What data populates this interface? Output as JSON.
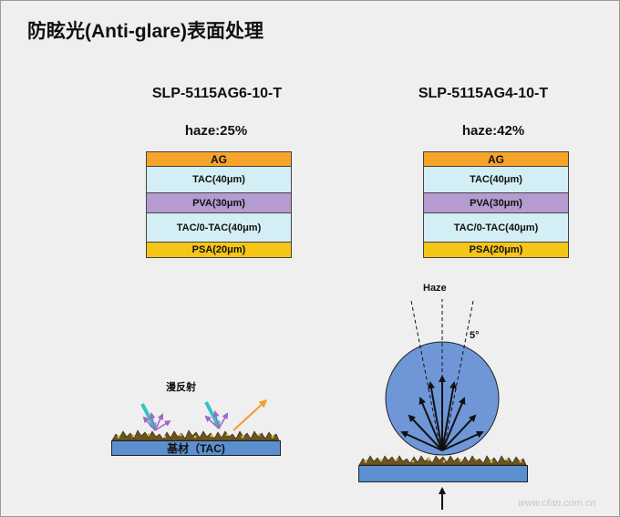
{
  "title": "防眩光(Anti-glare)表面处理",
  "left": {
    "model": "SLP-5115AG6-10-T",
    "haze": "haze:25%",
    "layers": [
      "AG",
      "TAC(40μm)",
      "PVA(30μm)",
      "TAC/0-TAC(40μm)",
      "PSA(20μm)"
    ],
    "diffuse_label": "漫反射",
    "base_label": "基材（TAC)"
  },
  "right": {
    "model": "SLP-5115AG4-10-T",
    "haze": "haze:42%",
    "layers": [
      "AG",
      "TAC(40μm)",
      "PVA(30μm)",
      "TAC/0-TAC(40μm)",
      "PSA(20μm)"
    ],
    "haze_label": "Haze",
    "angle_label": "5°"
  },
  "watermark": "www.cfan.com.cn",
  "colors": {
    "ag": "#f7a42a",
    "tac": "#d3eef5",
    "pva": "#b59bd0",
    "psa": "#f5c518",
    "substrate": "#5b8fd0",
    "sphere": "#6f97d8",
    "incident_ray": "#35c3c0",
    "scatter_ray": "#a066c8",
    "specular_ray": "#f0a030"
  }
}
